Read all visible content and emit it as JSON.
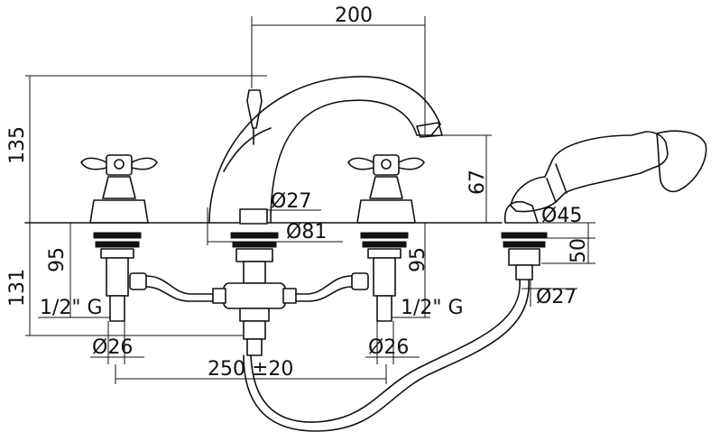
{
  "labels": {
    "spout_reach": "200",
    "total_height": "135",
    "spout_height": "67",
    "spout_inner_diameter": "Ø27",
    "base_diameter": "Ø81",
    "handset_base_diameter": "Ø45",
    "below_deck_depth": "131",
    "valve_length_left": "95",
    "valve_length_right": "95",
    "handset_tail_length": "50",
    "hose_outlet_diameter": "Ø27",
    "connection_left": "1/2\" G",
    "connection_right": "1/2\" G",
    "valve_diameter_left": "Ø26",
    "valve_diameter_right": "Ø26",
    "valve_centres": "250 ±20"
  }
}
